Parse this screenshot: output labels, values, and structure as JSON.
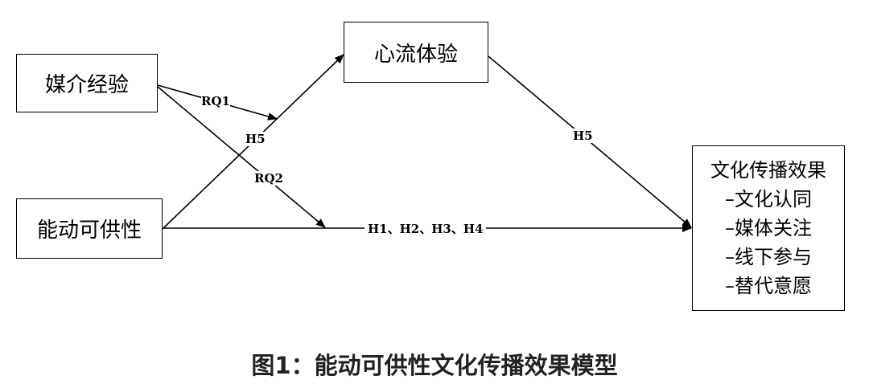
{
  "nodes": {
    "media_experience": "媒介经验",
    "affordance": "能动可供性",
    "flow_experience": "心流体验",
    "effect": {
      "title": "文化传播效果",
      "items": [
        "–文化认同",
        "–媒体关注",
        "–线下参与",
        "–替代意愿"
      ]
    }
  },
  "edges": {
    "rq1": "RQ1",
    "rq2": "RQ2",
    "h5_left": "H5",
    "h5_right": "H5",
    "h1_h4": "H1、H2、H3、H4"
  },
  "caption": "图1：能动可供性文化传播效果模型"
}
